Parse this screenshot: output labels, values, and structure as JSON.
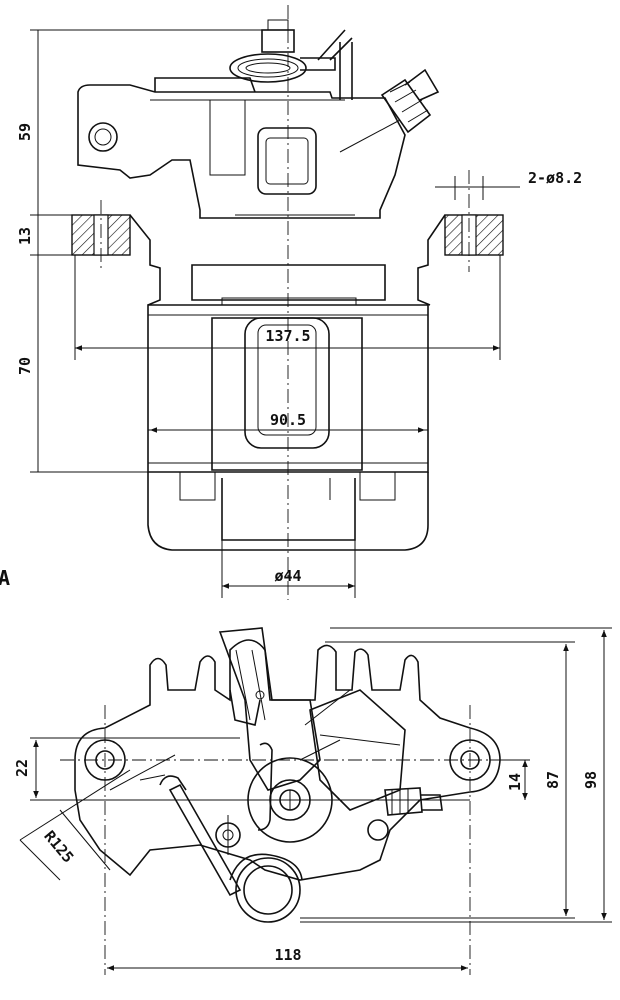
{
  "dimensions_top_view": {
    "height_upper": "59",
    "height_flange": "13",
    "height_lower": "70",
    "hole_spec": "2-ø8.2",
    "width_overall": "137.5",
    "width_inner": "90.5",
    "piston_diameter": "ø44"
  },
  "view_mark": "A",
  "dimensions_side_view": {
    "mount_offset": "22",
    "bleed_offset": "14",
    "height_inner": "87",
    "height_overall": "98",
    "radius": "R125",
    "width_overall": "118"
  },
  "colors": {
    "line": "#111111",
    "background": "#ffffff"
  }
}
